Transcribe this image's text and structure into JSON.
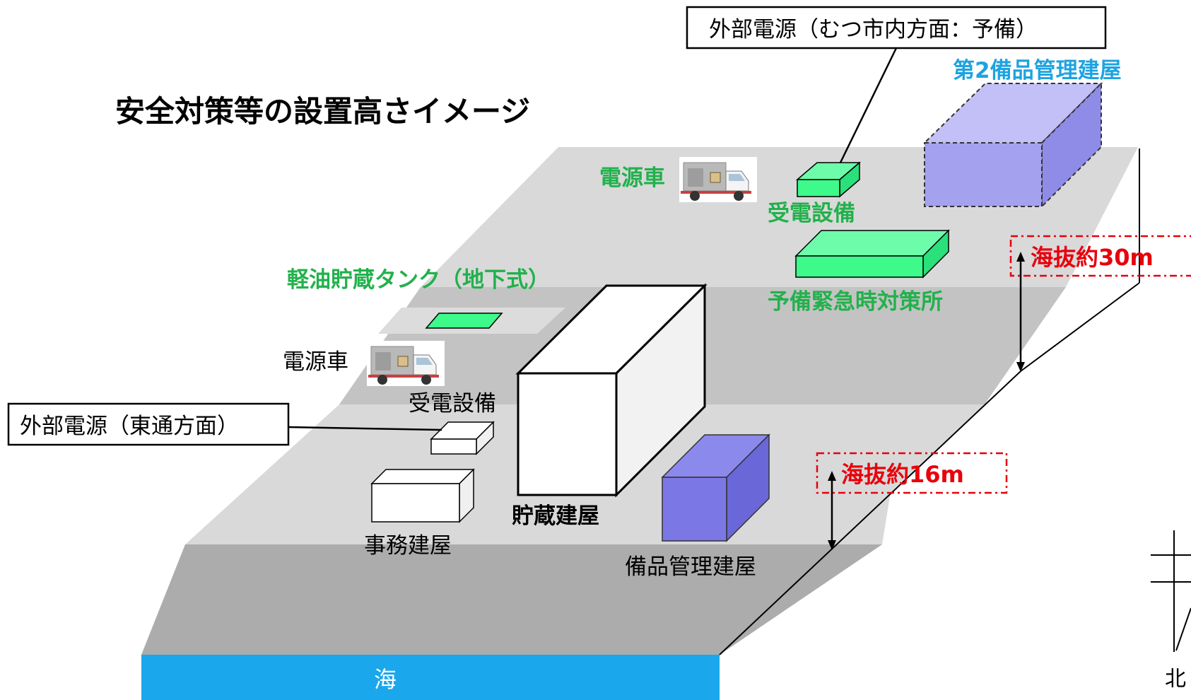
{
  "title": "安全対策等の設置高さイメージ",
  "labels": {
    "external_power_mutsu": "外部電源（むつ市内方面：予備）",
    "external_power_higashidori": "外部電源（東通方面）",
    "backup_management_building_2": "第2備品管理建屋",
    "power_vehicle_upper": "電源車",
    "power_receiving_upper": "受電設備",
    "emergency_response_center": "予備緊急時対策所",
    "diesel_tank": "軽油貯蔵タンク（地下式）",
    "power_vehicle_lower": "電源車",
    "power_receiving_lower": "受電設備",
    "storage_building": "貯蔵建屋",
    "office_building": "事務建屋",
    "backup_management_building": "備品管理建屋",
    "elevation_30": "海抜約30m",
    "elevation_16": "海抜約16m",
    "sea": "海",
    "north": "北"
  },
  "colors": {
    "green_label": "#22b14c",
    "blue_label": "#1ea3e0",
    "red_label": "#e8000b",
    "equipment_green": "#3dfa8a",
    "building_blue": "#7b78e6",
    "building_lavender": "#b6b4f4",
    "sea_blue": "#1aa7ec",
    "ground_light": "#d9d9d9",
    "ground_mid": "#c3c3c3",
    "slope": "#acacac"
  }
}
